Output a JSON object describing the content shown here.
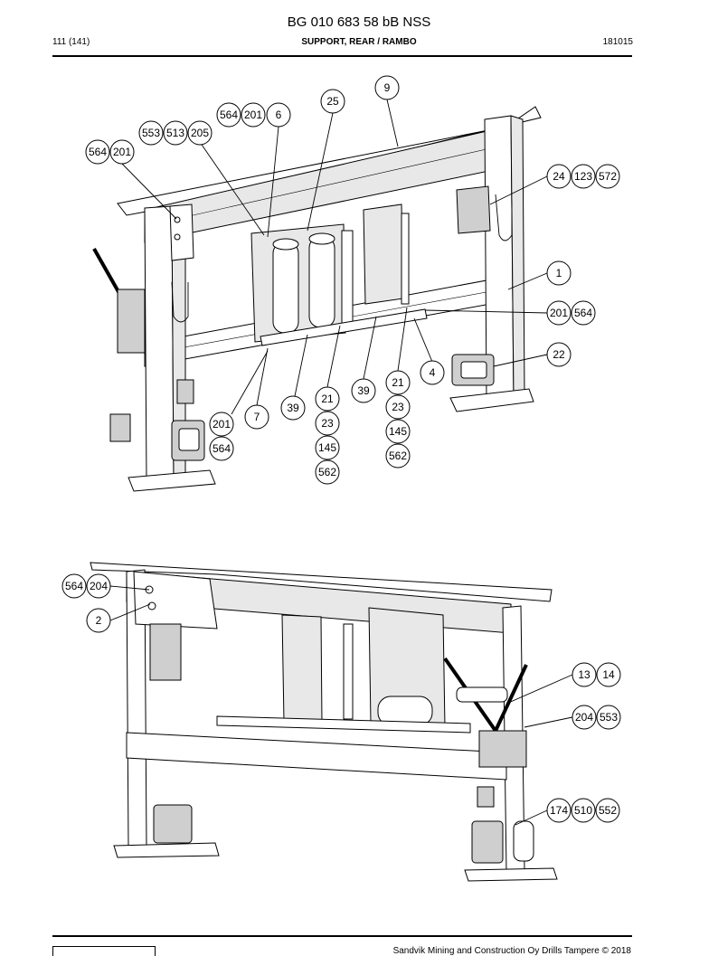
{
  "header": {
    "title": "BG 010 683 58 bB NSS",
    "page": "111 (141)",
    "section": "SUPPORT, REAR / RAMBO",
    "date": "181015"
  },
  "footer": {
    "copyright": "Sandvik Mining and Construction Oy Drills Tampere © 2018"
  },
  "callouts_top": [
    "9",
    "25",
    "564",
    "201",
    "6",
    "553",
    "513",
    "205",
    "564",
    "201",
    "24",
    "123",
    "572",
    "1",
    "201",
    "564",
    "22",
    "4",
    "21",
    "23",
    "145",
    "562",
    "39",
    "21",
    "23",
    "145",
    "562",
    "39",
    "7",
    "201",
    "564"
  ],
  "callouts_bottom": [
    "564",
    "204",
    "2",
    "13",
    "14",
    "204",
    "553",
    "174",
    "510",
    "552"
  ]
}
